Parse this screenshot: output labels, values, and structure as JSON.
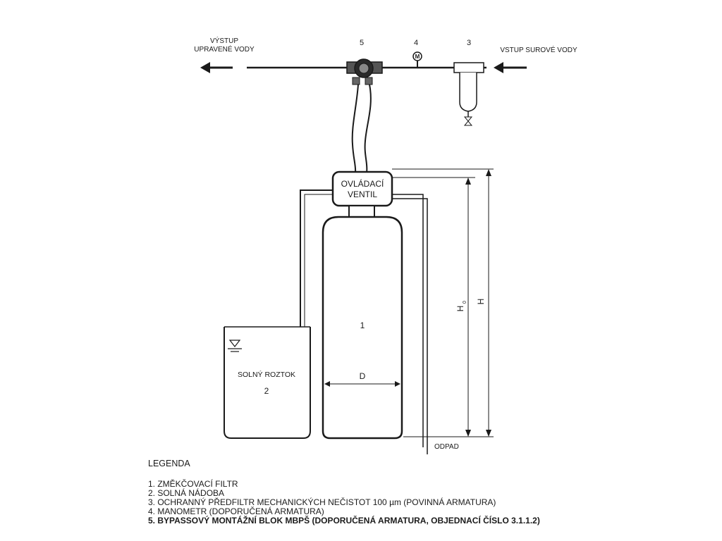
{
  "labels": {
    "outlet": [
      "VÝSTUP",
      "UPRAVENÉ VODY"
    ],
    "inlet": "VSTUP SUROVÉ VODY",
    "num5": "5",
    "num4": "4",
    "num3": "3",
    "gauge": "M",
    "control_valve": [
      "OVLÁDACÍ",
      "VENTIL"
    ],
    "tank_number": "1",
    "diameter": "D",
    "brine_solution": "SOLNÝ ROZTOK",
    "brine_number": "2",
    "height_h0_main": "H",
    "height_h0_sub": "0",
    "height_h": "H",
    "drain": "ODPAD"
  },
  "legend": {
    "title": "LEGENDA",
    "items": [
      "1. ZMĚKČOVACÍ FILTR",
      "2. SOLNÁ NÁDOBA",
      "3. OCHRANNÝ PŘEDFILTR MECHANICKÝCH NEČISTOT 100 µm (POVINNÁ ARMATURA)",
      "4. MANOMETR (DOPORUČENÁ ARMATURA)",
      "5. BYPASSOVÝ MONTÁŽNÍ BLOK MBPŠ (DOPORUČENÁ ARMATURA, OBJEDNACÍ ČÍSLO 3.1.1.2)"
    ]
  }
}
